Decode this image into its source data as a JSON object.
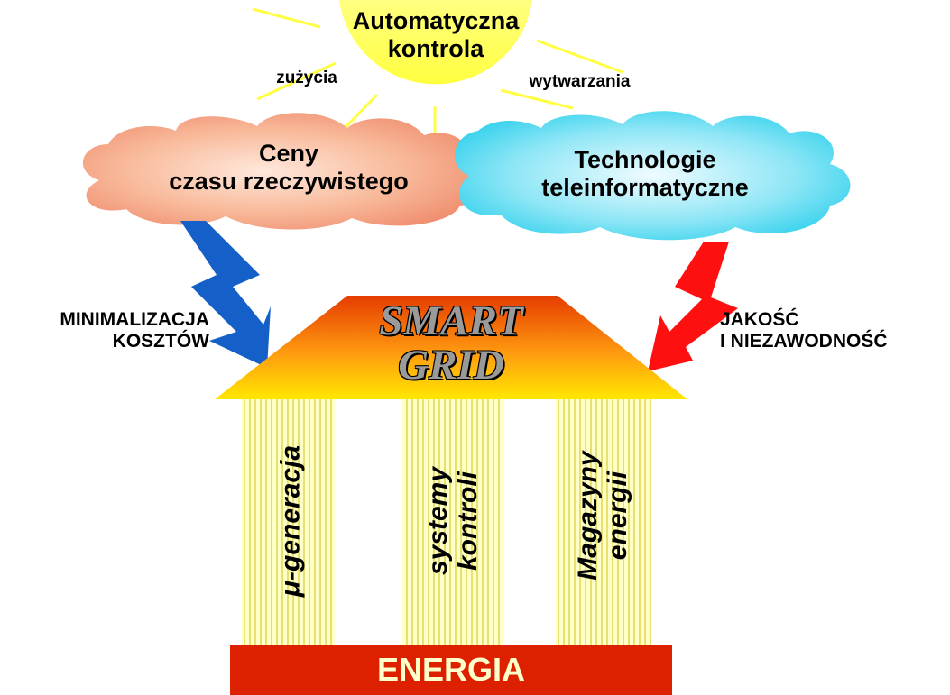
{
  "sun": {
    "line1": "Automatyczna",
    "line2": "kontrola",
    "color": "#ffff66"
  },
  "rays": {
    "left_label": "zużycia",
    "right_label": "wytwarzania",
    "color": "#ffff44"
  },
  "cloud_left": {
    "line1": "Ceny",
    "line2": "czasu rzeczywistego",
    "color": "#f4a080"
  },
  "cloud_right": {
    "line1": "Technologie",
    "line2": "teleinformatyczne",
    "color": "#4dd6ec"
  },
  "arrow_left": {
    "line1": "MINIMALIZACJA",
    "line2": "KOSZTÓW",
    "color": "#1560c8"
  },
  "arrow_right": {
    "line1": "JAKOŚĆ",
    "line2": "I  NIEZAWODNOŚĆ",
    "color": "#ff1010"
  },
  "roof": {
    "line1": "SMART",
    "line2": "GRID",
    "color_top": "#e84000",
    "color_bottom": "#ffe000"
  },
  "pillars": [
    {
      "line1": "μ-generacja",
      "line2": ""
    },
    {
      "line1": "systemy",
      "line2": "kontroli"
    },
    {
      "line1": "Magazyny",
      "line2": "energii"
    }
  ],
  "base": {
    "label": "ENERGIA",
    "color": "#dc2000",
    "text_color": "#ffffcc"
  }
}
